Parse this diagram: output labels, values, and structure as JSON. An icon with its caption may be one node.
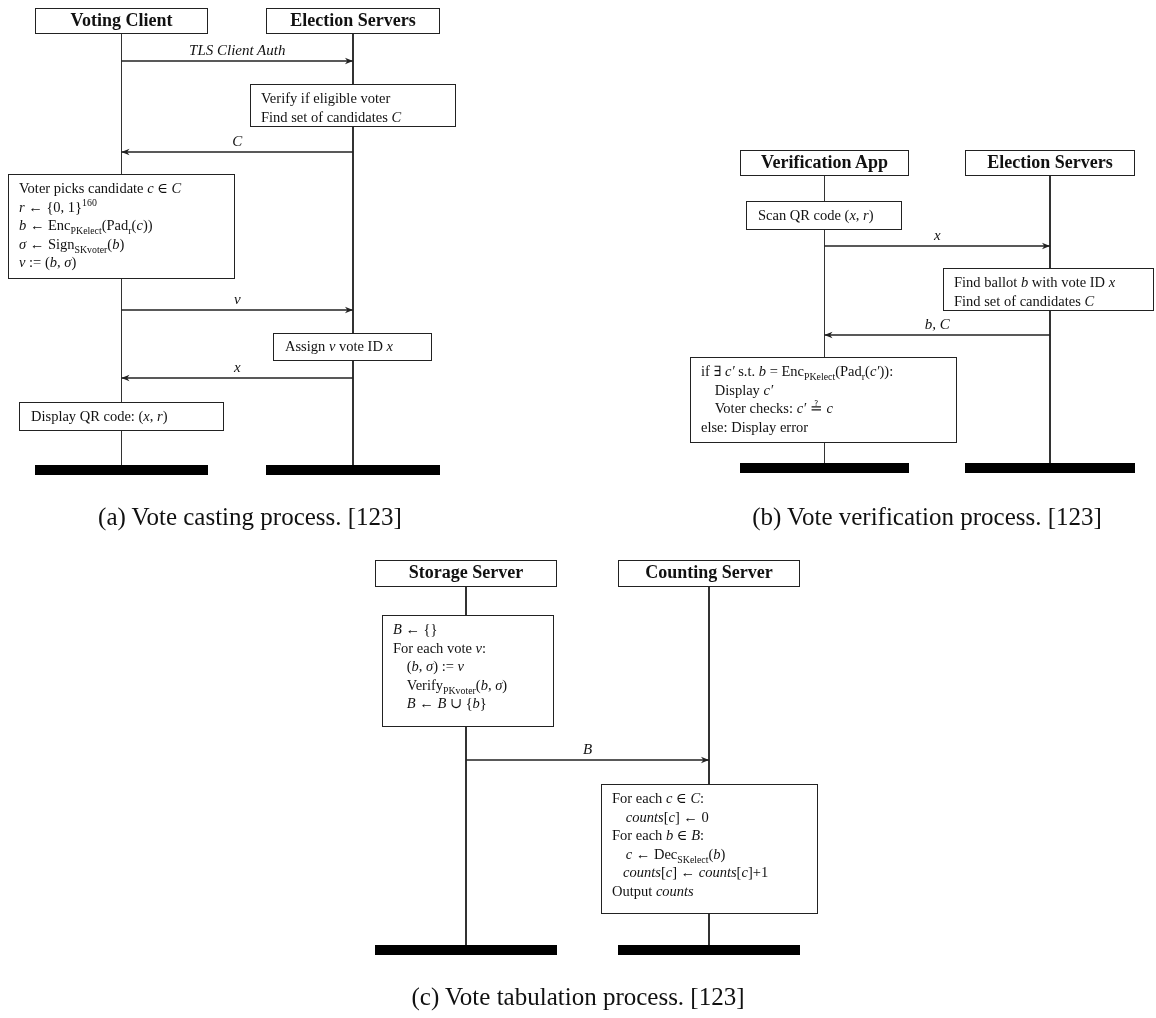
{
  "diagram": {
    "nodes": [
      {
        "text": [
          "Voting Client"
        ]
      },
      {
        "text": [
          "Election Servers"
        ]
      },
      {
        "text": [],
        "shape": "line"
      },
      {
        "text": [],
        "shape": "line"
      },
      {
        "text": [
          "Verify if eligible voter",
          "Find set of candidates *C*"
        ]
      },
      {
        "text": [
          "Voter picks candidate *c* ∈ *C*",
          "*r* ← {0, 1}$^{160}$",
          "*b* ← Enc$_{PKelect}$(Pad$_{r}$(*c*))",
          "*σ* ← Sign$_{SKvoter}$(*b*)",
          "*v* := (*b*, *σ*)"
        ]
      },
      {
        "text": [
          "Assign *v* vote ID *x*"
        ]
      },
      {
        "text": [
          "Display QR code: (*x*, *r*)"
        ]
      },
      {
        "text": [],
        "shape": "bar"
      },
      {
        "text": [],
        "shape": "bar"
      },
      {
        "text": [
          "Verification App"
        ]
      },
      {
        "text": [
          "Election Servers"
        ]
      },
      {
        "text": [],
        "shape": "line"
      },
      {
        "text": [],
        "shape": "line"
      },
      {
        "text": [
          "Scan QR code (*x*, *r*)"
        ]
      },
      {
        "text": [
          "Find ballot *b* with vote ID *x*",
          "Find set of candidates *C*"
        ]
      },
      {
        "text": [
          "if ∃ *c′* s.t. *b* = Enc$_{PKelect}$(Pad$_{r}$(*c′*)):",
          "Display *c′*",
          "Voter checks: *c′* ≟ *c*",
          "else: Display error"
        ]
      },
      {
        "text": [],
        "shape": "bar"
      },
      {
        "text": [],
        "shape": "bar"
      },
      {
        "text": [
          "Storage Server"
        ]
      },
      {
        "text": [
          "Counting Server"
        ]
      },
      {
        "text": [],
        "shape": "line"
      },
      {
        "text": [],
        "shape": "line"
      },
      {
        "text": [
          "*B* ← {}",
          "For each vote *v*:",
          "(*b*, *σ*) := *v*",
          "Verify$_{PKvoter}$(*b*, *σ*)",
          "*B* ← *B* ∪ {*b*}"
        ]
      },
      {
        "text": [
          "For each *c* ∈ *C*:",
          "*counts*[*c*] ← 0",
          "For each *b* ∈ *B*:",
          "*c* ← Dec$_{SKelect}$(*b*)",
          "*counts*[*c*] ← *counts*[*c*]+1",
          "Output *counts*"
        ]
      },
      {
        "text": [],
        "shape": "bar"
      },
      {
        "text": [],
        "shape": "bar"
      }
    ],
    "edges": [
      {
        "from": 2,
        "to": 3,
        "arrow": "to",
        "label": "TLS Client Auth"
      },
      {
        "from": 3,
        "to": 2,
        "arrow": "to",
        "label": "C"
      },
      {
        "from": 2,
        "to": 3,
        "arrow": "to",
        "label": "v"
      },
      {
        "from": 3,
        "to": 2,
        "arrow": "to",
        "label": "x"
      },
      {
        "from": 12,
        "to": 13,
        "arrow": "to",
        "label": "x"
      },
      {
        "from": 13,
        "to": 12,
        "arrow": "to",
        "label": "b, C"
      },
      {
        "from": 21,
        "to": 22,
        "arrow": "to",
        "label": "B"
      }
    ],
    "labels": [
      "(a) Vote casting process. [123]",
      "(b) Vote verification process. [123]",
      "(c) Vote tabulation process. [123]"
    ]
  }
}
